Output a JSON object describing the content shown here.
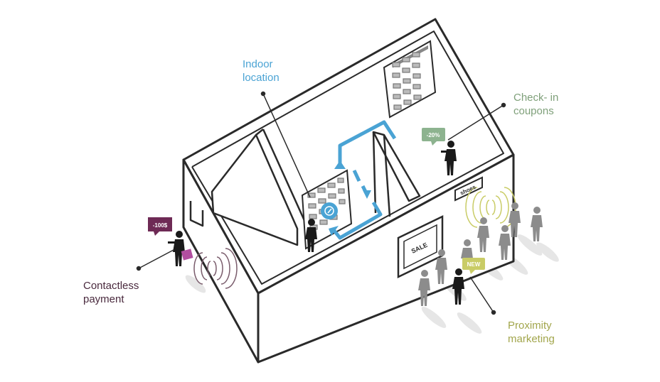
{
  "labels": {
    "indoor_location": "Indoor\nlocation",
    "check_in_coupons": "Check- in\ncoupons",
    "contactless_payment": "Contactless\npayment",
    "proximity_marketing": "Proximity\nmarketing"
  },
  "tags": {
    "payment_price": "-100$",
    "coupon_discount": "-20%",
    "new_badge": "NEW",
    "sale_sign": "SALE",
    "shoes_sign": "shoes"
  },
  "colors": {
    "indoor_location": "#4aa3d4",
    "check_in_coupons": "#7fa07a",
    "contactless_payment": "#4a2a3e",
    "proximity_marketing": "#a2a64c",
    "payment_tag": "#6e2a55",
    "coupon_tag": "#8db38f",
    "new_tag": "#c9cc66",
    "bag": "#b24ea0",
    "path_arrow": "#4aa3d4",
    "wall": "#2a2a2a",
    "shopper": "#1a1a1a",
    "crowd": "#8c8c8c"
  }
}
